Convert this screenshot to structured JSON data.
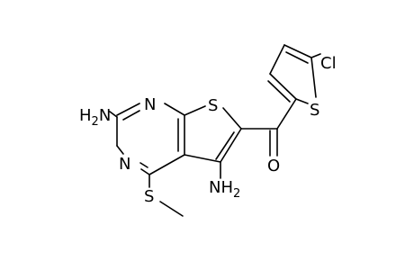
{
  "molecule": {
    "atoms": {
      "nh2_left": {
        "main": "H",
        "mid": "2",
        "end": "N"
      },
      "n_ring_top": "N",
      "n_ring_bottom": "N",
      "s_thieno": "S",
      "s_methylthio": "S",
      "nh2_bottom": {
        "main": "NH",
        "sub": "2"
      },
      "o_carbonyl": "O",
      "s_thiophene": "S",
      "cl": "Cl"
    }
  }
}
